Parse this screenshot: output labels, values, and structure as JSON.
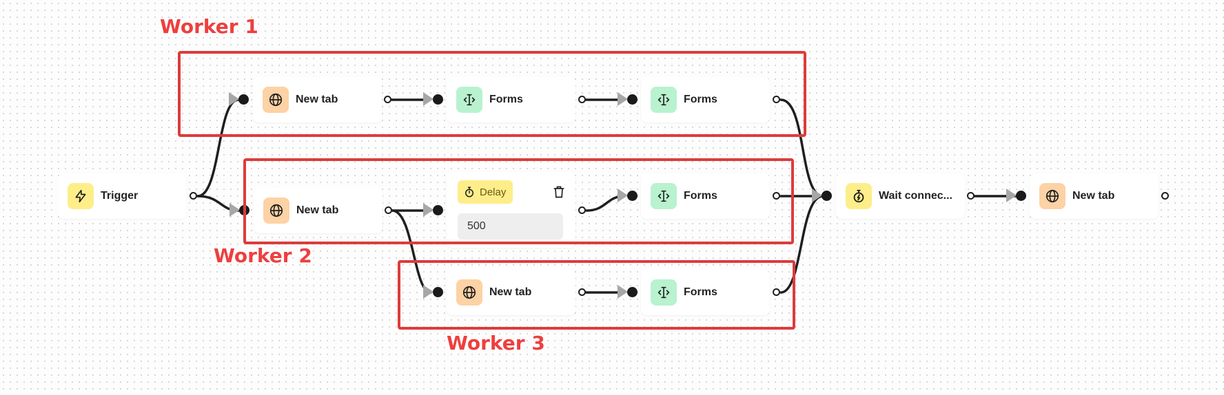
{
  "annotations": {
    "worker1": "Worker 1",
    "worker2": "Worker 2",
    "worker3": "Worker 3",
    "color": "#dc3c3c"
  },
  "nodes": {
    "trigger": {
      "label": "Trigger",
      "icon": "lightning-icon"
    },
    "w1_newtab": {
      "label": "New tab",
      "icon": "globe-icon"
    },
    "w1_forms1": {
      "label": "Forms",
      "icon": "text-cursor-icon"
    },
    "w1_forms2": {
      "label": "Forms",
      "icon": "text-cursor-icon"
    },
    "w2_newtab": {
      "label": "New tab",
      "icon": "globe-icon"
    },
    "w2_delay": {
      "label": "Delay",
      "icon": "timer-icon",
      "value": "500"
    },
    "w2_forms": {
      "label": "Forms",
      "icon": "text-cursor-icon"
    },
    "w3_newtab": {
      "label": "New tab",
      "icon": "globe-icon"
    },
    "w3_forms": {
      "label": "Forms",
      "icon": "text-cursor-icon"
    },
    "wait": {
      "label": "Wait connec...",
      "icon": "timer-icon"
    },
    "final_newtab": {
      "label": "New tab",
      "icon": "globe-icon"
    }
  },
  "colors": {
    "trigger_icon_bg": "#fdee8a",
    "newtab_icon_bg": "#fdd2a5",
    "forms_icon_bg": "#b8f2cf",
    "edge": "#1f1f1f",
    "arrow": "#a7a7a7"
  }
}
